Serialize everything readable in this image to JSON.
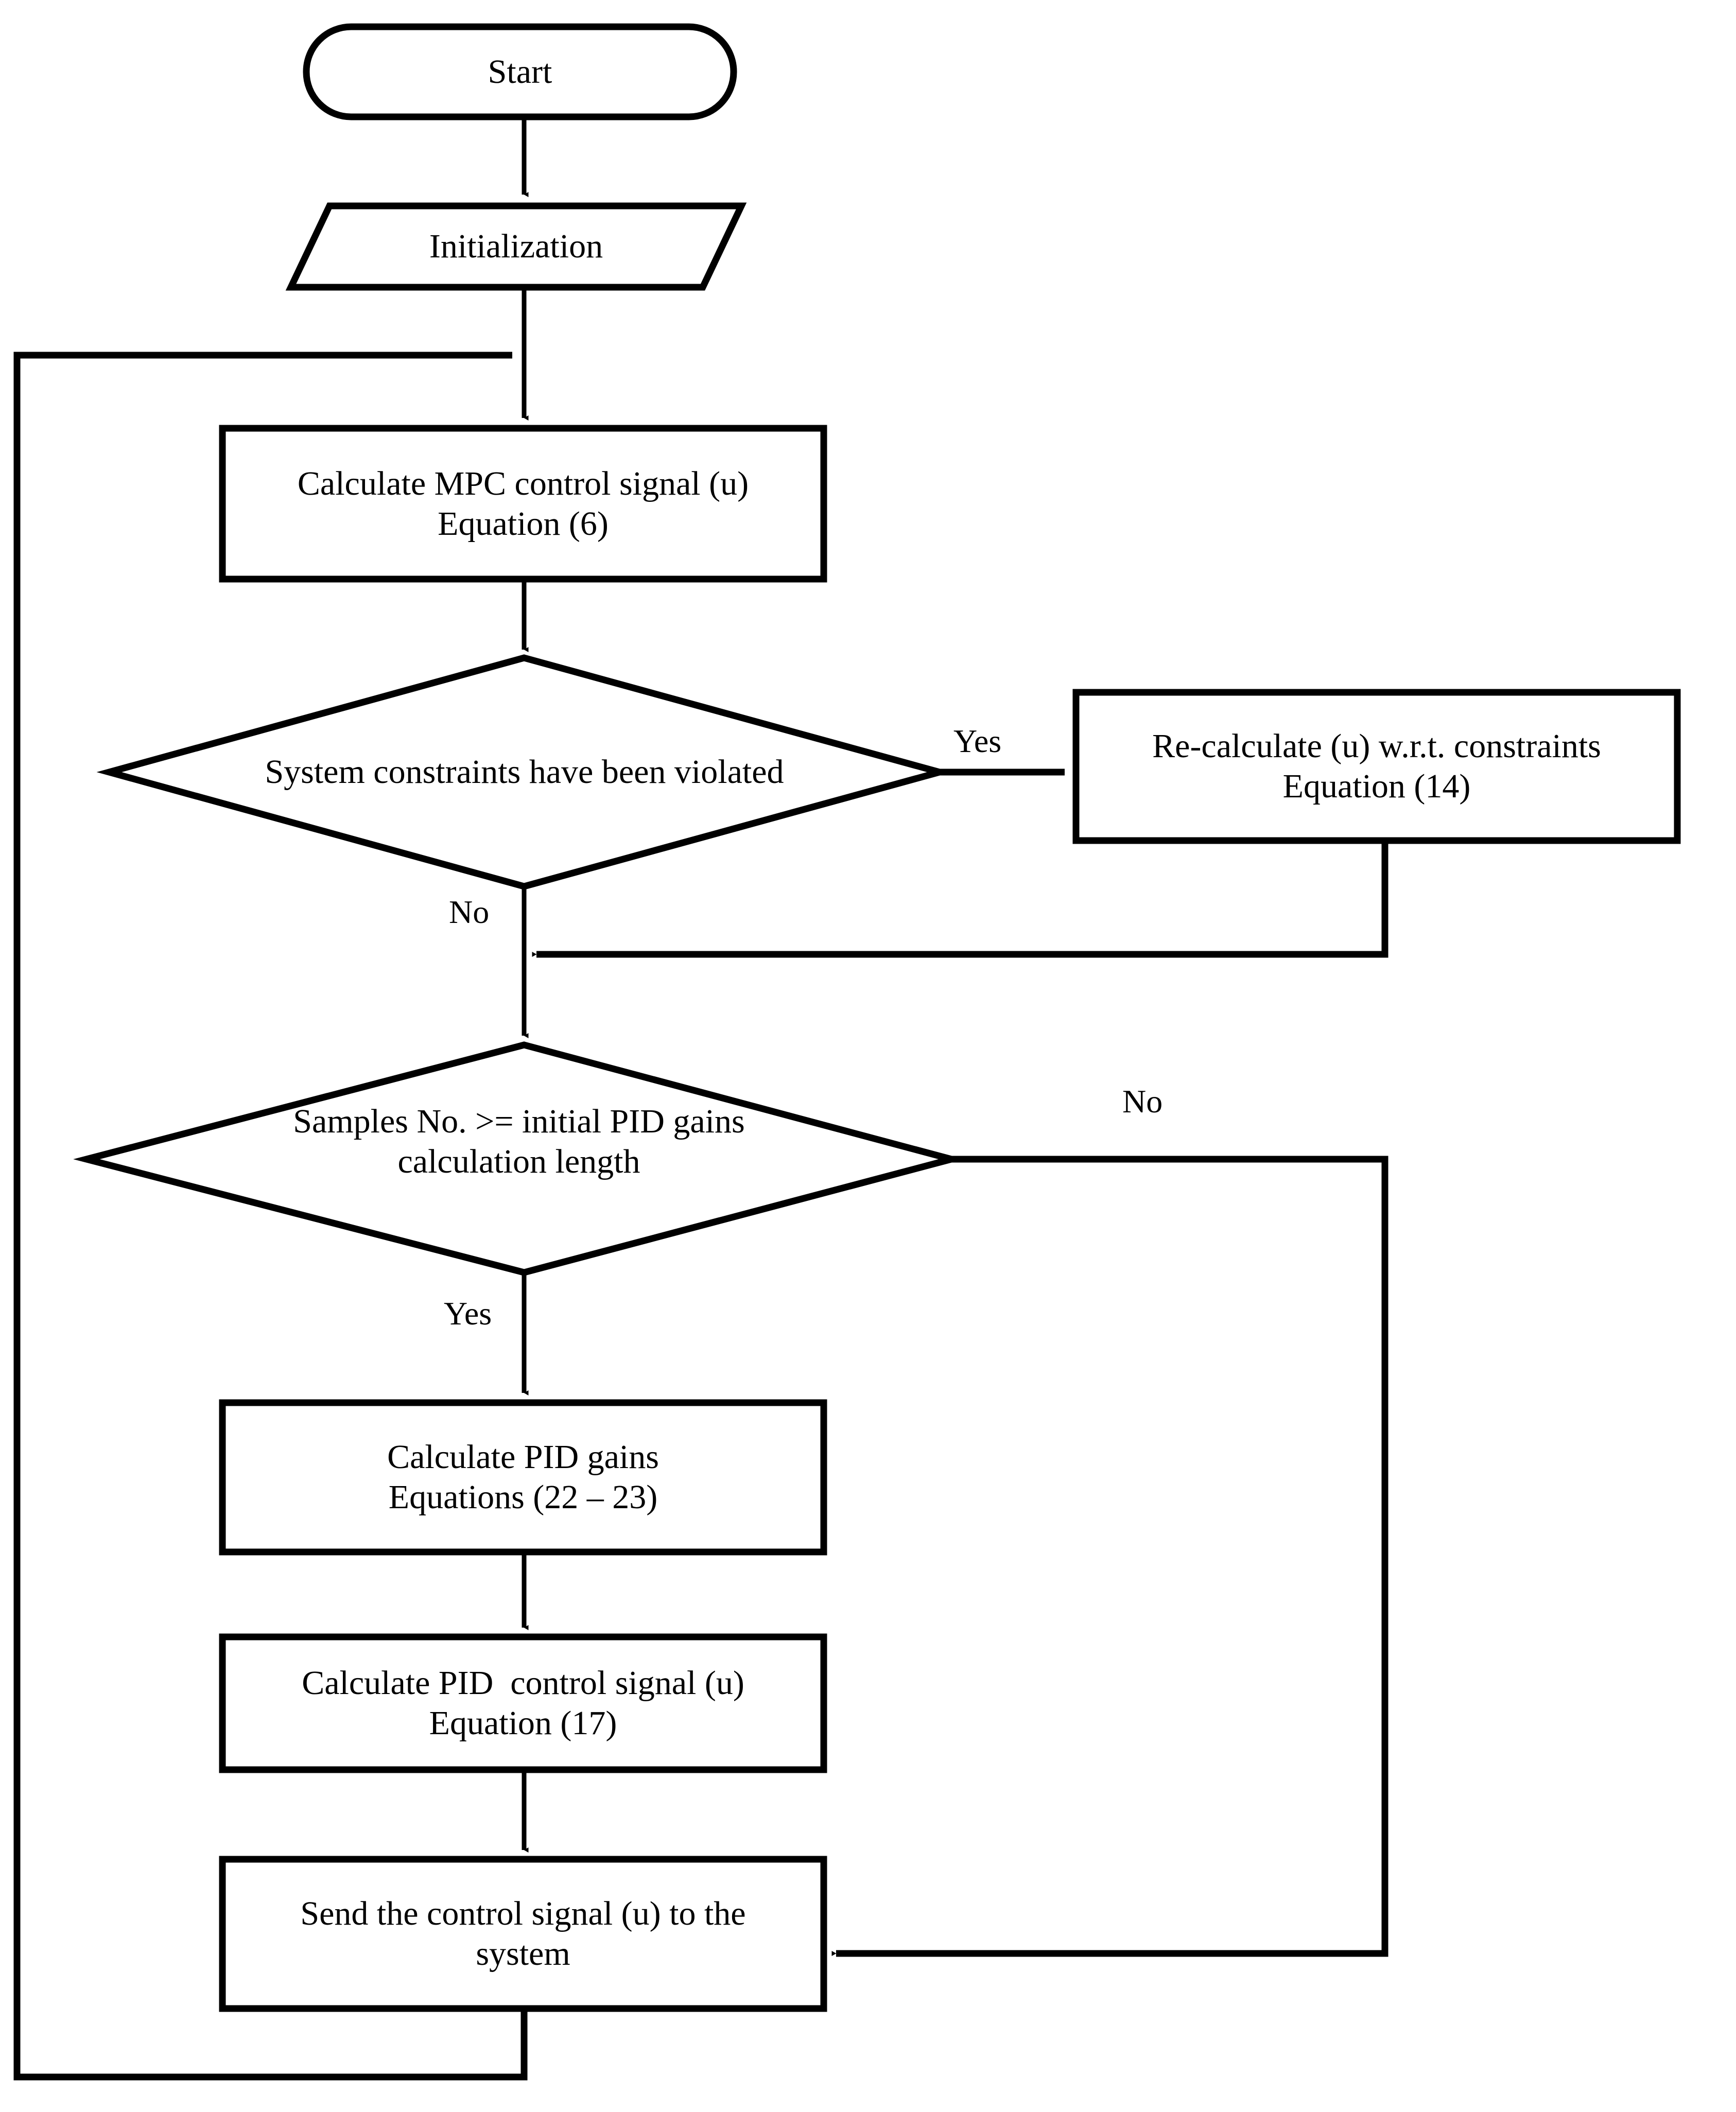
{
  "diagram": {
    "title": "MPC-PID control algorithm flowchart",
    "type": "flowchart",
    "stroke_color": "#000000",
    "fill_color": "#ffffff",
    "background": "#ffffff"
  },
  "nodes": {
    "start": {
      "shape": "terminator",
      "label": "Start"
    },
    "initialization": {
      "shape": "parallelogram",
      "label": "Initialization"
    },
    "calc_mpc": {
      "shape": "process",
      "line1": "Calculate MPC control signal (u)",
      "line2": "Equation (6)"
    },
    "constraints_decision": {
      "shape": "decision",
      "label": "System constraints have been violated"
    },
    "recalculate": {
      "shape": "process",
      "line1": "Re-calculate (u) w.r.t. constraints",
      "line2": "Equation (14)"
    },
    "samples_decision": {
      "shape": "decision",
      "line1": "Samples No. >= initial PID gains",
      "line2": "calculation length"
    },
    "calc_pid_gains": {
      "shape": "process",
      "line1": "Calculate PID gains",
      "line2": "Equations (22 – 23)"
    },
    "calc_pid_signal": {
      "shape": "process",
      "line1": "Calculate PID  control signal (u)",
      "line2": "Equation (17)"
    },
    "send_signal": {
      "shape": "process",
      "line1": "Send the control signal (u) to the",
      "line2": "system"
    }
  },
  "edge_labels": {
    "constraints_yes": "Yes",
    "constraints_no": "No",
    "samples_no": "No",
    "samples_yes": "Yes"
  }
}
